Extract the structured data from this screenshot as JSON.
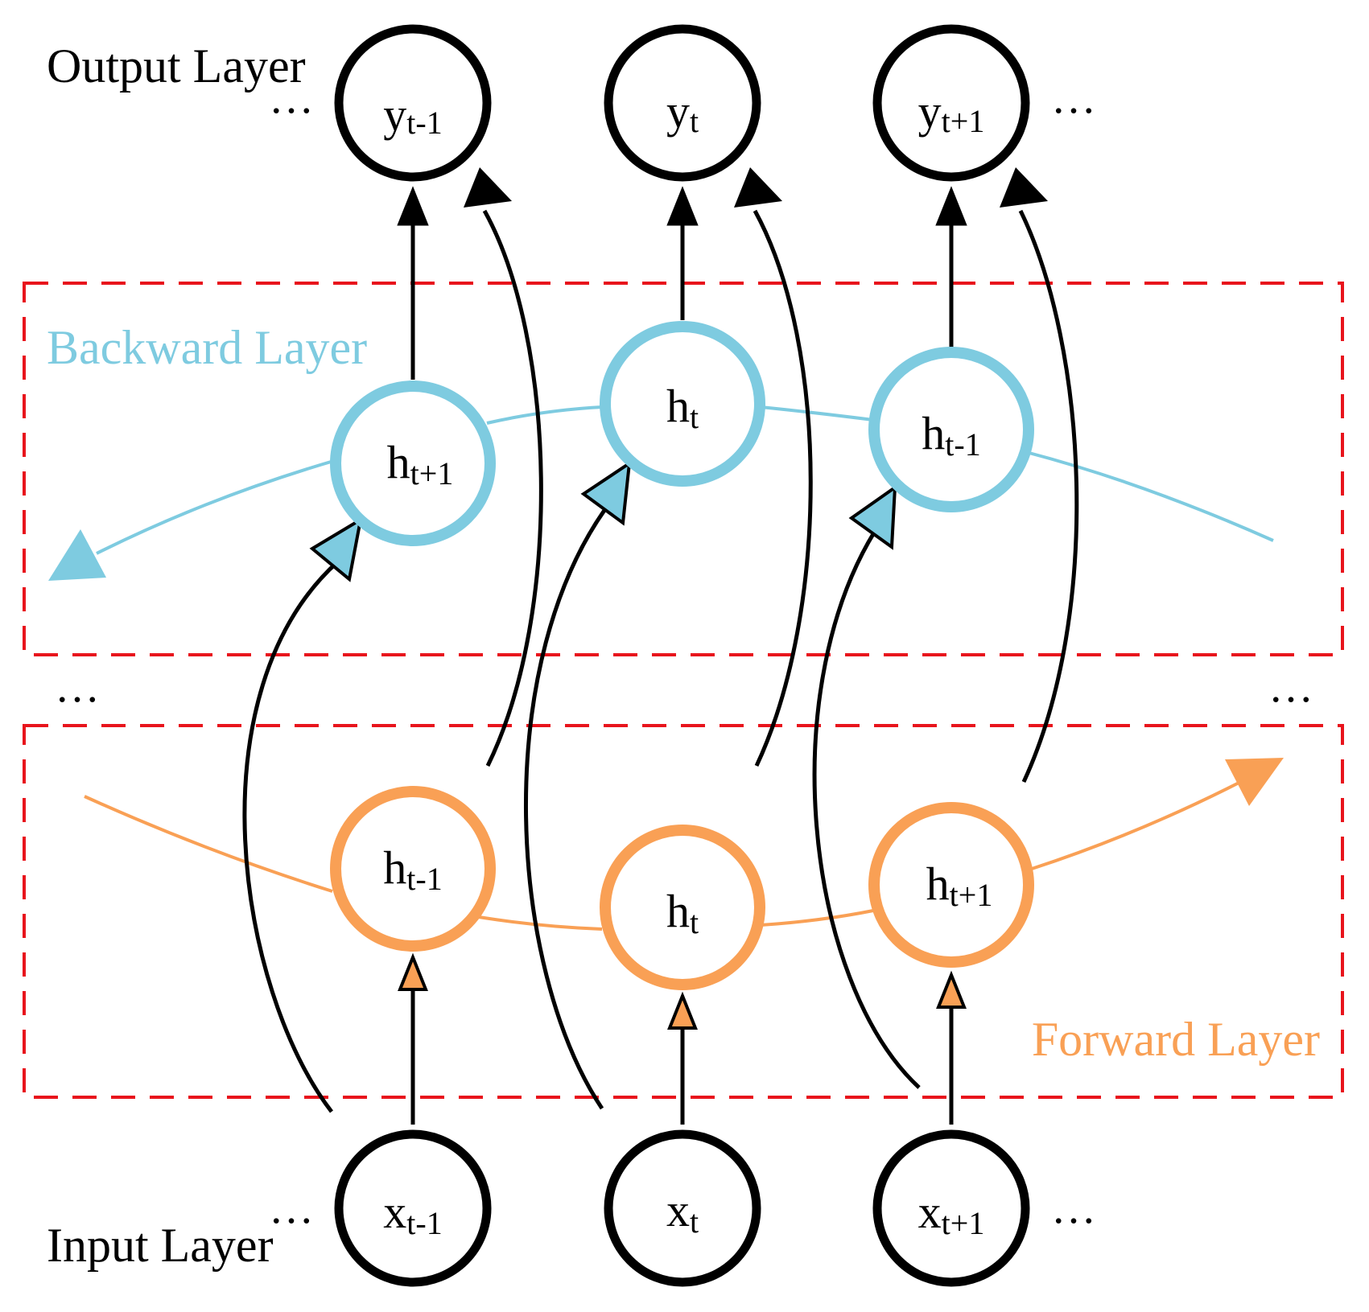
{
  "colors": {
    "box_border": "#e8141c",
    "backward": "#7ecbe0",
    "forward": "#f9a055",
    "black": "#000000"
  },
  "labels": {
    "output_layer": "Output Layer",
    "input_layer": "Input Layer",
    "backward_layer": "Backward Layer",
    "forward_layer": "Forward Layer",
    "ellipsis": "…"
  },
  "output_nodes": [
    {
      "base": "y",
      "sub": "t-1"
    },
    {
      "base": "y",
      "sub": "t"
    },
    {
      "base": "y",
      "sub": "t+1"
    }
  ],
  "backward_nodes": [
    {
      "base": "h",
      "sub": "t+1"
    },
    {
      "base": "h",
      "sub": "t"
    },
    {
      "base": "h",
      "sub": "t-1"
    }
  ],
  "forward_nodes": [
    {
      "base": "h",
      "sub": "t-1"
    },
    {
      "base": "h",
      "sub": "t"
    },
    {
      "base": "h",
      "sub": "t+1"
    }
  ],
  "input_nodes": [
    {
      "base": "x",
      "sub": "t-1"
    },
    {
      "base": "x",
      "sub": "t"
    },
    {
      "base": "x",
      "sub": "t+1"
    }
  ]
}
